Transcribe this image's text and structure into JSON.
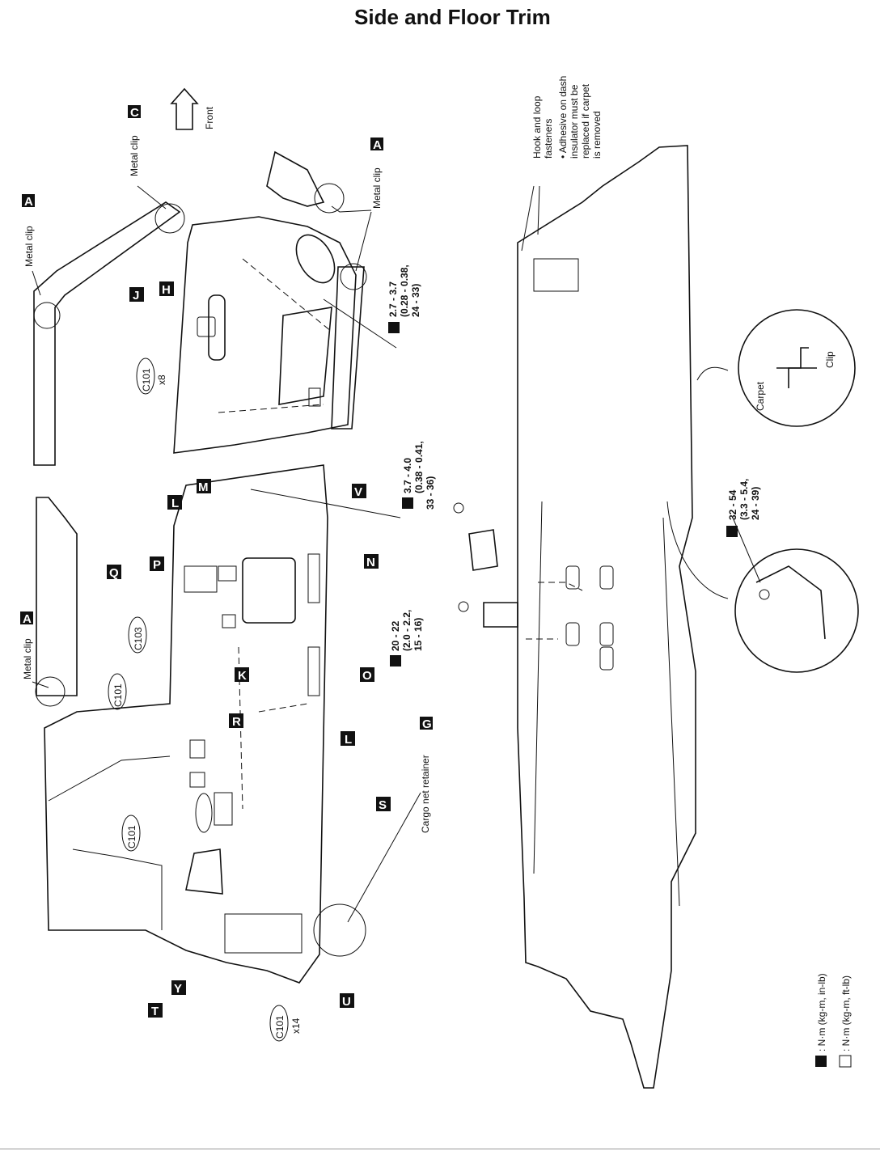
{
  "page": {
    "title": "Side and Floor Trim"
  },
  "direction": {
    "label": "Front"
  },
  "metal_clips": [
    {
      "text": "Metal clip",
      "letter": "A"
    },
    {
      "text": "Metal clip",
      "letter": "C"
    },
    {
      "text": "Metal clip",
      "letter": "A"
    },
    {
      "text": "Metal clip",
      "letter": "A"
    }
  ],
  "part_letters": [
    "J",
    "H",
    "L",
    "M",
    "P",
    "Q",
    "K",
    "N",
    "O",
    "R",
    "L",
    "S",
    "T",
    "Y",
    "U",
    "V"
  ],
  "clips": [
    {
      "code": "C101",
      "qty": "x8"
    },
    {
      "code": "C101",
      "qty": ""
    },
    {
      "code": "C103",
      "qty": ""
    },
    {
      "code": "C101",
      "qty": ""
    },
    {
      "code": "C101",
      "qty": "x14"
    }
  ],
  "torques": [
    {
      "lines": [
        "2.7 - 3.7",
        "(0.28 - 0.38,",
        "24 - 33)"
      ]
    },
    {
      "lines": [
        "3.7 - 4.0",
        "(0.38 - 0.41,",
        "33 - 36)"
      ]
    },
    {
      "lines": [
        "20 - 22",
        "(2.0 - 2.2,",
        "15 - 16)"
      ]
    },
    {
      "lines": [
        "32 - 54",
        "(3.3 - 5.4,",
        "24 - 39)"
      ]
    }
  ],
  "cargo": {
    "text": "Cargo net retainer",
    "letter": "G"
  },
  "fastener_note": {
    "lines": [
      "Hook and loop",
      "fasteners",
      "• Adhesive on dash",
      "insulator must be",
      "replaced if carpet",
      "is removed"
    ]
  },
  "detail": {
    "carpet": "Carpet",
    "clip": "Clip"
  },
  "legend": [
    {
      "text": ": N·m (kg-m, in-lb)"
    },
    {
      "text": ": N·m (kg-m, ft-lb)"
    }
  ]
}
